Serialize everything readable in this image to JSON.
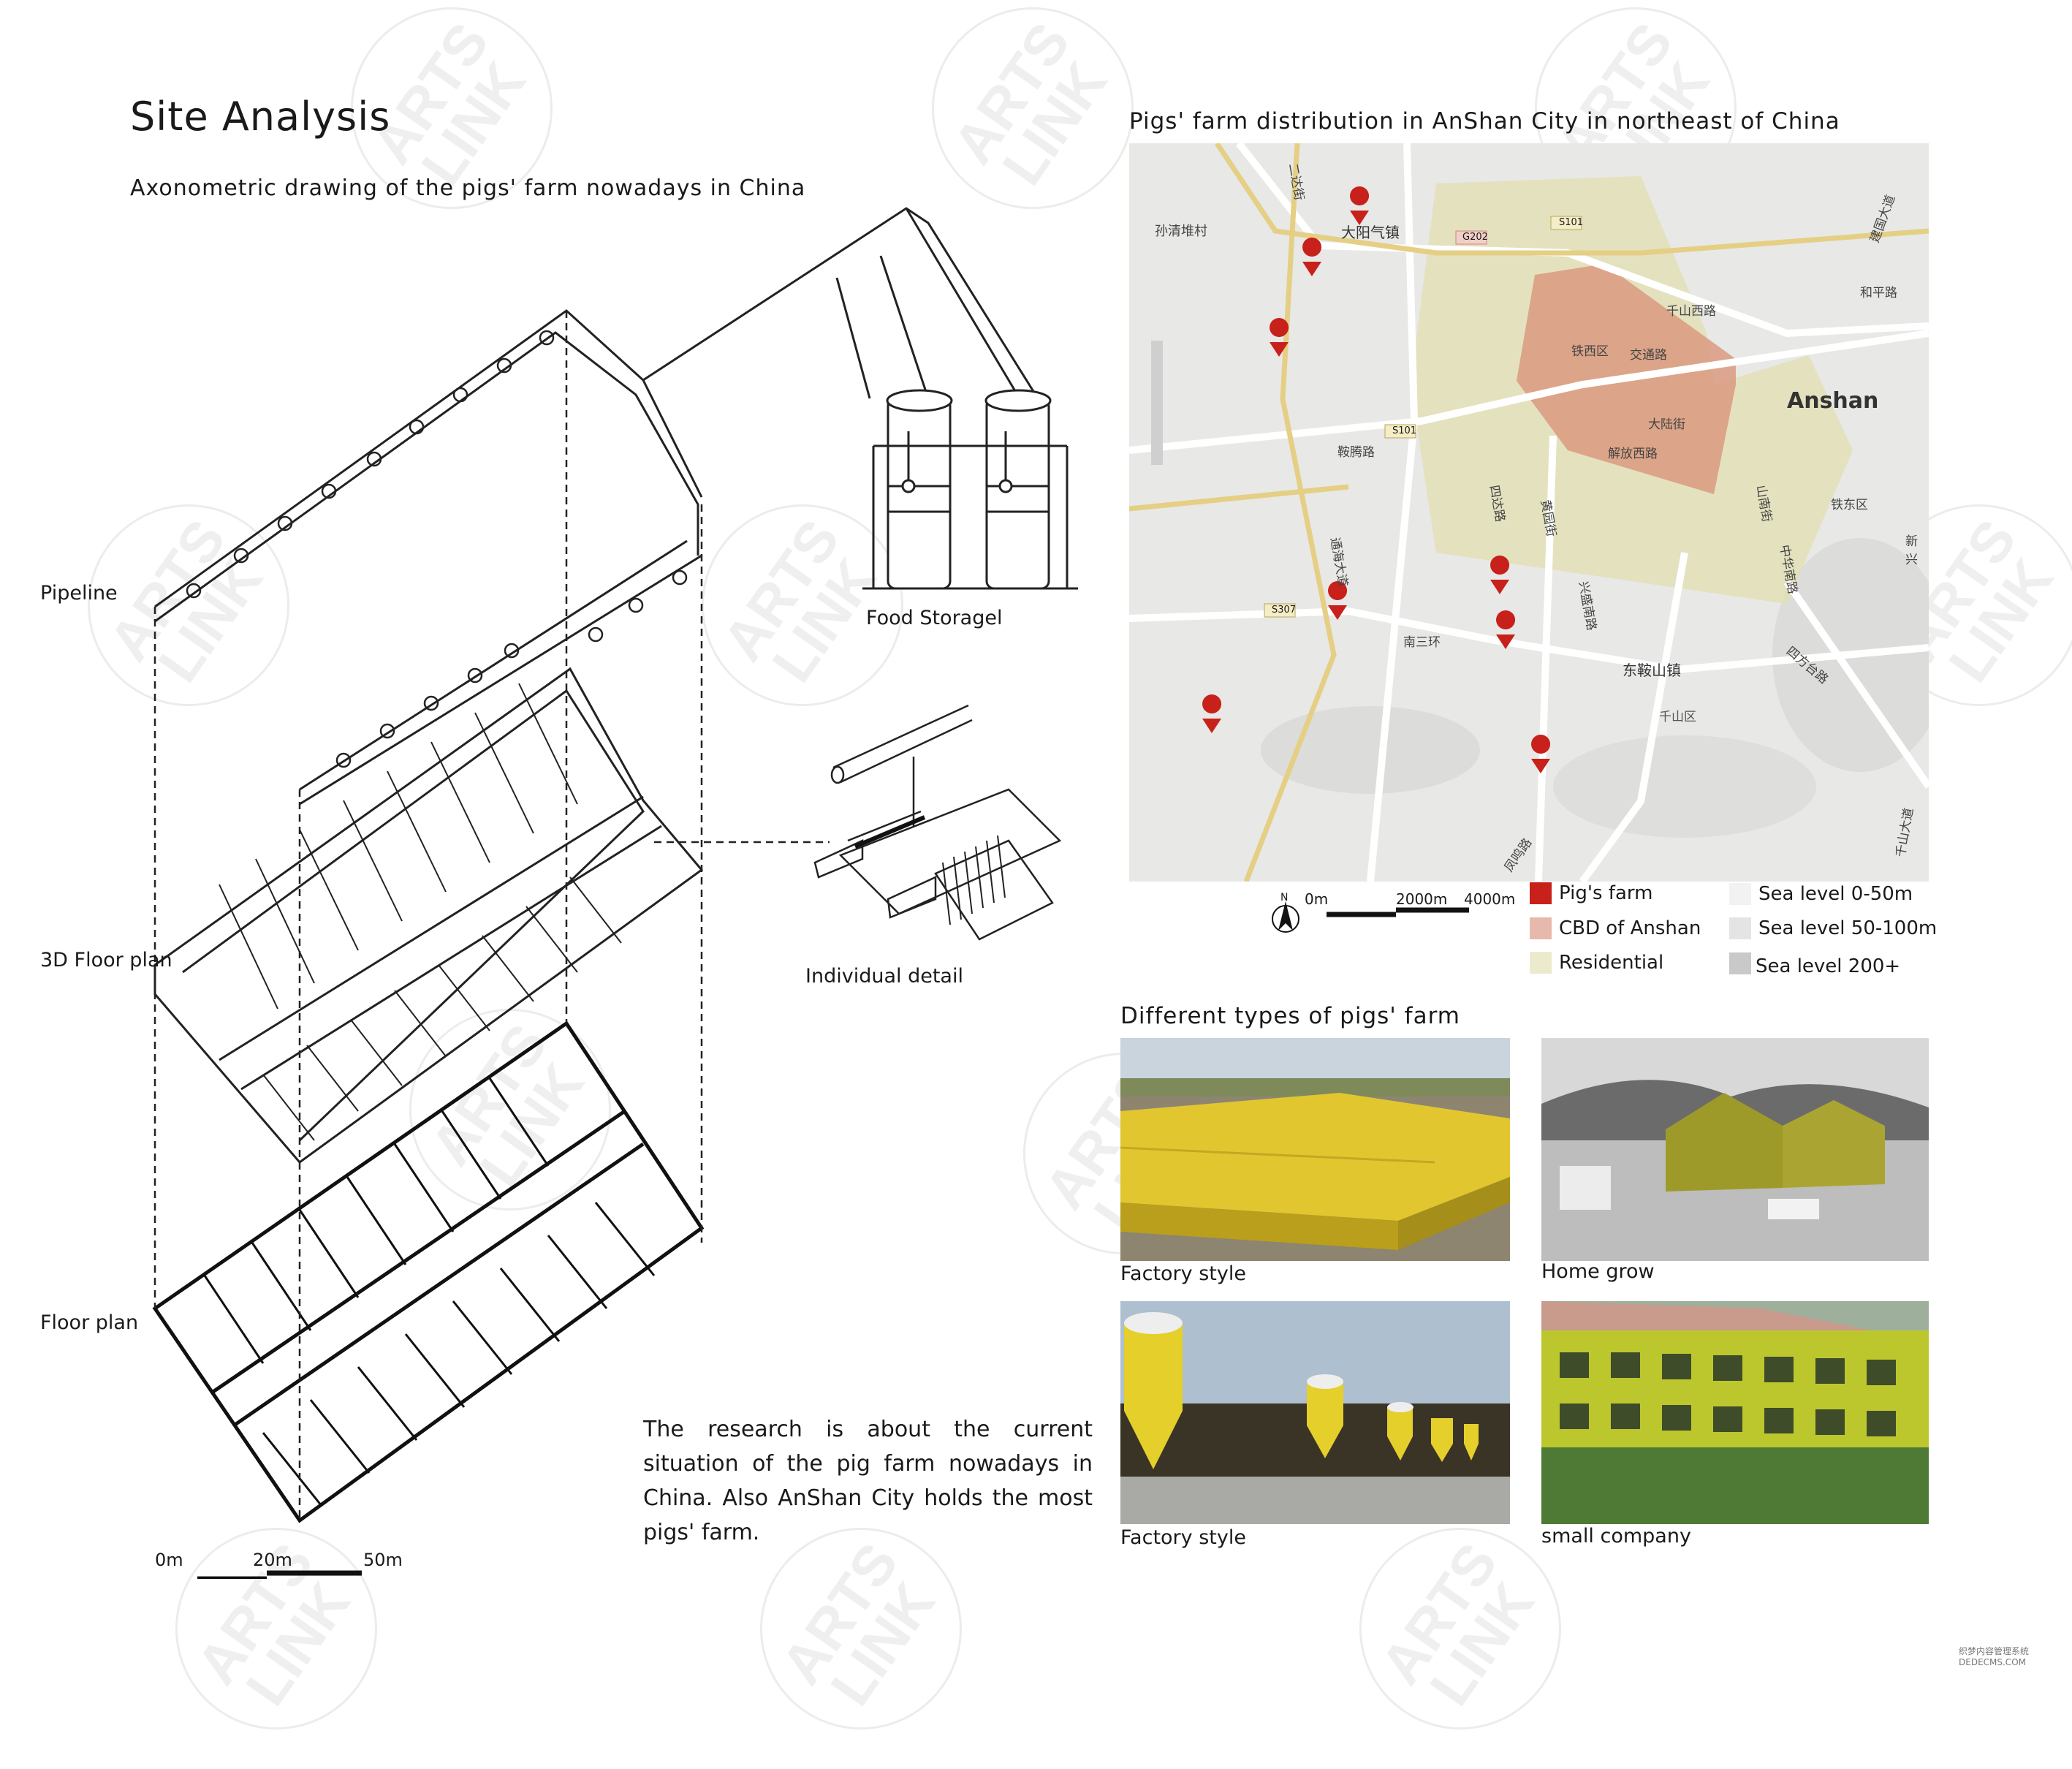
{
  "watermark": "ARTS LINK",
  "left": {
    "title": "Site Analysis",
    "subtitle": "Axonometric drawing of the pigs' farm nowadays in China",
    "labels": {
      "pipeline": "Pipeline",
      "floor3d": "3D Floor plan",
      "floor": "Floor plan",
      "food": "Food Storagel",
      "detail": "Individual detail"
    },
    "scale": {
      "a": "0m",
      "b": "20m",
      "c": "50m"
    }
  },
  "map": {
    "title": "Pigs' farm distribution in AnShan City in northeast of China",
    "city": "Anshan",
    "places": [
      "孙清堆村",
      "大阳气镇",
      "铁西区",
      "交通路",
      "大陆街",
      "解放西路",
      "千山西路",
      "和平路",
      "铁东区",
      "新兴",
      "南三环",
      "东鞍山镇",
      "千山区",
      "四方台路",
      "凤鸣路",
      "通海大道",
      "四达路",
      "兴盛南路",
      "黄园街",
      "鞍腾路",
      "山南街",
      "中华南路",
      "二达街",
      "建国大道",
      "千山大道"
    ],
    "road_badges": [
      "S101",
      "G202",
      "S101",
      "S307"
    ],
    "scale": {
      "a": "0m",
      "b": "2000m",
      "c": "4000m",
      "north": "N"
    },
    "legend": [
      {
        "label": "Pig's farm",
        "color": "#c8201a"
      },
      {
        "label": "CBD of Anshan",
        "color": "#e7b9ad"
      },
      {
        "label": "Residential",
        "color": "#eceacc"
      },
      {
        "label": "Sea level 0-50m",
        "color": "#f2f2f2"
      },
      {
        "label": "Sea level 50-100m",
        "color": "#e4e4e4"
      },
      {
        "label": "Sea level 200+",
        "color": "#c9c9c9"
      }
    ]
  },
  "types": {
    "title": "Different types of pigs' farm",
    "photos": [
      {
        "caption": "Factory style"
      },
      {
        "caption": "Home grow"
      },
      {
        "caption": "Factory style"
      },
      {
        "caption": "small company"
      }
    ]
  },
  "research": "The research is about the current situation of the pig farm nowadays in China. Also AnShan City holds the most pigs' farm.",
  "footer_mark": "织梦内容管理系统 DEDECMS.COM"
}
